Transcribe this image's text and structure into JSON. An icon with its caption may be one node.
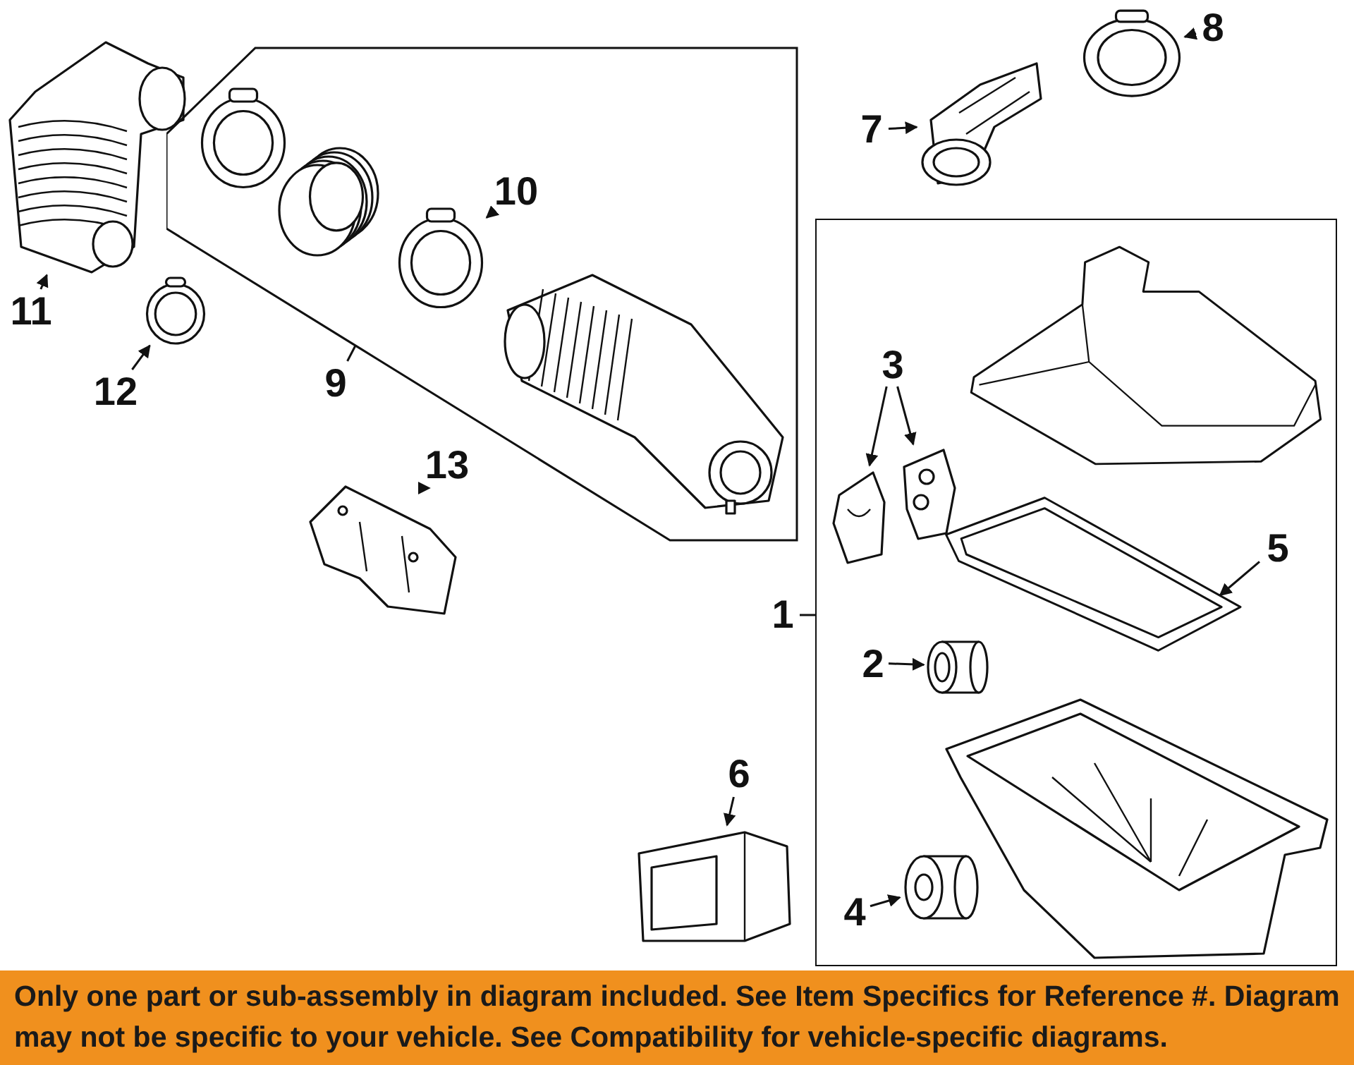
{
  "diagram": {
    "caption": "Only one part or sub-assembly in diagram included. See Item Specifics for Reference #. Diagram may not be specific to your vehicle. See Compatibility for vehicle-specific diagrams.",
    "nodes": [
      {
        "text": [
          "11"
        ]
      },
      {
        "text": [],
        "shape": "picture"
      },
      {
        "text": [
          "12"
        ]
      },
      {
        "text": [],
        "shape": "picture"
      },
      {
        "text": [],
        "shape": "box"
      },
      {
        "text": [],
        "shape": "picture",
        "in": 4
      },
      {
        "text": [],
        "shape": "picture",
        "in": 4
      },
      {
        "text": [],
        "shape": "picture",
        "in": 4
      },
      {
        "text": [],
        "shape": "picture",
        "in": 4
      },
      {
        "text": [
          "10"
        ],
        "in": 4
      },
      {
        "text": [
          "9"
        ]
      },
      {
        "text": [
          "13"
        ]
      },
      {
        "text": [],
        "shape": "picture"
      },
      {
        "text": [
          "7"
        ]
      },
      {
        "text": [],
        "shape": "picture"
      },
      {
        "text": [
          "8"
        ]
      },
      {
        "text": [],
        "shape": "picture"
      },
      {
        "text": [],
        "shape": "box"
      },
      {
        "text": [],
        "shape": "picture",
        "in": 17
      },
      {
        "text": [
          "3"
        ],
        "in": 17
      },
      {
        "text": [],
        "shape": "picture",
        "in": 17
      },
      {
        "text": [],
        "shape": "picture",
        "in": 17
      },
      {
        "text": [
          "5"
        ],
        "in": 17
      },
      {
        "text": [],
        "shape": "picture",
        "in": 17
      },
      {
        "text": [
          "2"
        ],
        "in": 17
      },
      {
        "text": [],
        "shape": "cylinder",
        "in": 17
      },
      {
        "text": [],
        "shape": "picture",
        "in": 17
      },
      {
        "text": [
          "4"
        ],
        "in": 17
      },
      {
        "text": [],
        "shape": "cylinder",
        "in": 17
      },
      {
        "text": [
          "1"
        ]
      },
      {
        "text": [
          "6"
        ]
      },
      {
        "text": [],
        "shape": "picture"
      }
    ],
    "edges": [
      {
        "from": 0,
        "to": 1,
        "arrow": "to"
      },
      {
        "from": 2,
        "to": 3,
        "arrow": "to"
      },
      {
        "from": 9,
        "to": 7,
        "arrow": "to"
      },
      {
        "from": 10,
        "to": 4,
        "arrow": "none"
      },
      {
        "from": 11,
        "to": 12,
        "arrow": "to"
      },
      {
        "from": 13,
        "to": 14,
        "arrow": "to"
      },
      {
        "from": 15,
        "to": 16,
        "arrow": "to"
      },
      {
        "from": 19,
        "to": 20,
        "arrow": "to"
      },
      {
        "from": 19,
        "to": 21,
        "arrow": "to"
      },
      {
        "from": 22,
        "to": 23,
        "arrow": "to"
      },
      {
        "from": 24,
        "to": 25,
        "arrow": "to"
      },
      {
        "from": 27,
        "to": 28,
        "arrow": "to"
      },
      {
        "from": 29,
        "to": 17,
        "arrow": "none"
      },
      {
        "from": 30,
        "to": 31,
        "arrow": "to"
      }
    ]
  }
}
